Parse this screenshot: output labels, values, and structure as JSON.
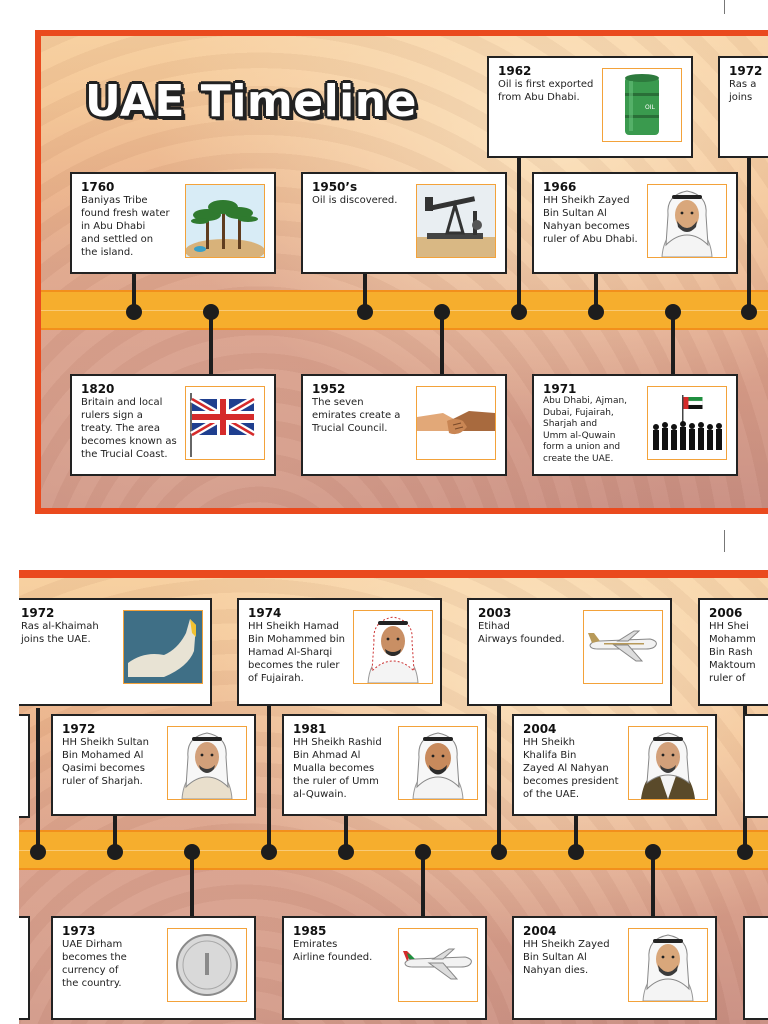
{
  "title": "UAE Timeline",
  "colors": {
    "frame": "#ea4a1e",
    "band": "#f6ae2d",
    "accent": "#f3a23a"
  },
  "top": {
    "upper": [
      {
        "year": "1760",
        "text": "Baniyas Tribe\nfound fresh water\nin Abu Dhabi\nand settled on\nthe island.",
        "icon": "palm-oasis-icon"
      },
      {
        "year": "1950’s",
        "text": "Oil is discovered.",
        "icon": "oil-pump-icon"
      },
      {
        "year": "1962",
        "text": "Oil is first exported\nfrom Abu Dhabi.",
        "icon": "oil-barrel-icon"
      },
      {
        "year": "1966",
        "text": "HH Sheikh Zayed\nBin Sultan Al\nNahyan becomes\nruler of Abu Dhabi.",
        "icon": "sheikh-portrait-icon"
      },
      {
        "year": "1972",
        "text": "Ras a\njoins",
        "icon": ""
      }
    ],
    "lower": [
      {
        "year": "1820",
        "text": "Britain and local\nrulers sign a\ntreaty. The area\nbecomes known as\nthe Trucial Coast.",
        "icon": "union-flag-icon"
      },
      {
        "year": "1952",
        "text": "The seven\nemirates create a\nTrucial Council.",
        "icon": "handshake-icon"
      },
      {
        "year": "1971",
        "text": "Abu Dhabi, Ajman,\nDubai, Fujairah,\nSharjah and\nUmm al-Quwain\nform a union and\ncreate the UAE.",
        "icon": "uae-flag-crowd-icon"
      }
    ]
  },
  "bottom": {
    "upper": [
      {
        "year": "1972",
        "text": "Ras al-Khaimah\njoins the UAE.",
        "icon": "uae-map-icon"
      },
      {
        "year": "1974",
        "text": "HH Sheikh Hamad\nBin Mohammed bin\nHamad Al-Sharqi\nbecomes the ruler\nof Fujairah.",
        "icon": "sheikh-portrait-icon"
      },
      {
        "year": "2003",
        "text": "Etihad\nAirways founded.",
        "icon": "airplane-icon"
      },
      {
        "year": "2006",
        "text": "HH Shei\nMohamm\nBin Rash\nMaktoum\nruler of",
        "icon": ""
      }
    ],
    "middle": [
      {
        "year": "1972",
        "text": "HH Sheikh Sultan\nBin Mohamed Al\nQasimi becomes\nruler of Sharjah.",
        "icon": "sheikh-portrait-icon"
      },
      {
        "year": "1981",
        "text": "HH Sheikh Rashid\nBin Ahmad Al\nMualla becomes\nthe ruler of Umm\nal-Quwain.",
        "icon": "sheikh-portrait-icon"
      },
      {
        "year": "2004",
        "text": "HH Sheikh\nKhalifa Bin\nZayed Al Nahyan\nbecomes president\nof the UAE.",
        "icon": "sheikh-portrait-icon"
      }
    ],
    "lower": [
      {
        "year": "1973",
        "text": "UAE Dirham\nbecomes the\ncurrency of\nthe country.",
        "icon": "dirham-coin-icon"
      },
      {
        "year": "1985",
        "text": "Emirates\nAirline founded.",
        "icon": "airplane-icon"
      },
      {
        "year": "2004",
        "text": "HH Sheikh Zayed\nBin Sultan Al\nNahyan dies.",
        "icon": "sheikh-portrait-icon"
      }
    ]
  }
}
